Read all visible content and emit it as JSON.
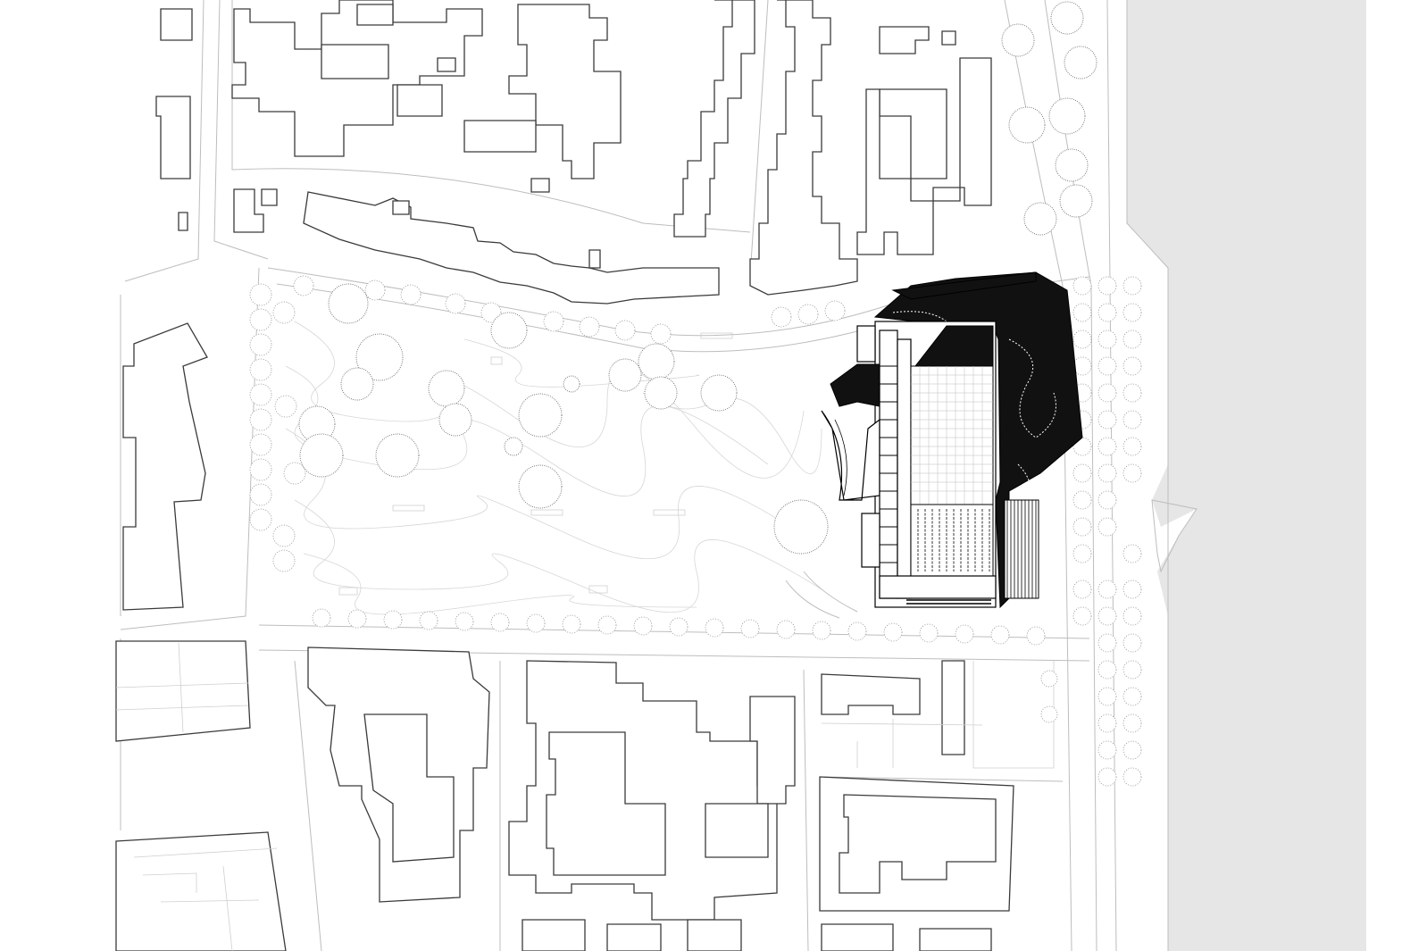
{
  "map": {
    "kind": "architectural site plan",
    "colors": {
      "background": "#ffffff",
      "building_outline": "#3a3a3a",
      "street_lines": "#bdbdbd",
      "project_building": "#111111",
      "water": "#e6e6e6",
      "trees": "#9a9a9a"
    },
    "layers": [
      "water-edge",
      "streets",
      "city-blocks",
      "park",
      "trees",
      "project-building"
    ]
  }
}
